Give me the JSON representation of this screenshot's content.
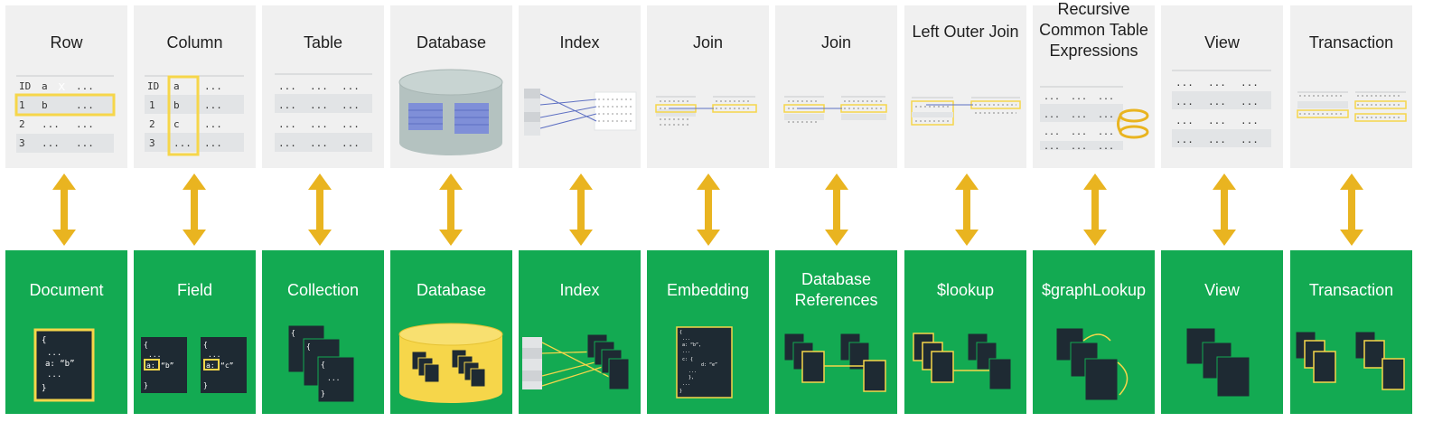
{
  "colors": {
    "top_panel": "#f0f0f0",
    "bottom_panel": "#13aa52",
    "arrow": "#e9b420",
    "highlight": "#f6d64a",
    "doc_dark": "#1e2a33",
    "table_stripe": "#e2e4e6",
    "db_gray": "#b4c2c0",
    "table_blue": "#7f8fd8"
  },
  "pairs": [
    {
      "sql": "Row",
      "mongo": "Document",
      "sql_table": {
        "rows": [
          [
            "ID",
            "a",
            "..."
          ],
          [
            "1",
            "b",
            "..."
          ],
          [
            "2",
            "...",
            "..."
          ],
          [
            "3",
            "...",
            "..."
          ]
        ],
        "mark": "x"
      },
      "mongo_doc": [
        "{",
        "...",
        "a: “b”",
        "...",
        "}"
      ]
    },
    {
      "sql": "Column",
      "mongo": "Field",
      "sql_table": {
        "rows": [
          [
            "ID",
            "a",
            "..."
          ],
          [
            "1",
            "b",
            "..."
          ],
          [
            "2",
            "c",
            "..."
          ],
          [
            "3",
            "...",
            "..."
          ]
        ]
      },
      "mongo_doc": {
        "left": {
          "open": "{",
          "dots": "...",
          "key": "a:",
          "value": "“b”",
          "close": "}"
        },
        "right": {
          "open": "{",
          "dots": "...",
          "key": "a:",
          "value": "“c”",
          "close": "}"
        }
      }
    },
    {
      "sql": "Table",
      "mongo": "Collection",
      "sql_table": {
        "rows": [
          [
            "...",
            "...",
            "..."
          ],
          [
            "...",
            "...",
            "..."
          ],
          [
            "...",
            "...",
            "..."
          ],
          [
            "...",
            "...",
            "..."
          ]
        ]
      },
      "mongo_doc": {
        "open": "{",
        "dots": "...",
        "close": "}"
      }
    },
    {
      "sql": "Database",
      "mongo": "Database"
    },
    {
      "sql": "Index",
      "mongo": "Index"
    },
    {
      "sql": "Join",
      "mongo": "Embedding",
      "mongo_doc": [
        "{",
        "...",
        "a: “b”,",
        "...",
        "c: {",
        "d: “e”",
        "...",
        "},",
        "...",
        "}"
      ]
    },
    {
      "sql": "Join",
      "mongo": "Database References"
    },
    {
      "sql": "Left Outer Join",
      "mongo": "$lookup"
    },
    {
      "sql": "Recursive Common Table Expressions",
      "mongo": "$graphLookup",
      "sql_table": {
        "rows": [
          [
            "...",
            "...",
            "..."
          ],
          [
            "...",
            "...",
            "..."
          ],
          [
            "...",
            "...",
            "..."
          ],
          [
            "...",
            "...",
            "..."
          ]
        ]
      }
    },
    {
      "sql": "View",
      "mongo": "View",
      "sql_table": {
        "rows": [
          [
            "...",
            "...",
            "..."
          ],
          [
            "...",
            "...",
            "..."
          ],
          [
            "...",
            "...",
            "..."
          ],
          [
            "...",
            "...",
            "..."
          ]
        ]
      }
    },
    {
      "sql": "Transaction",
      "mongo": "Transaction"
    }
  ]
}
